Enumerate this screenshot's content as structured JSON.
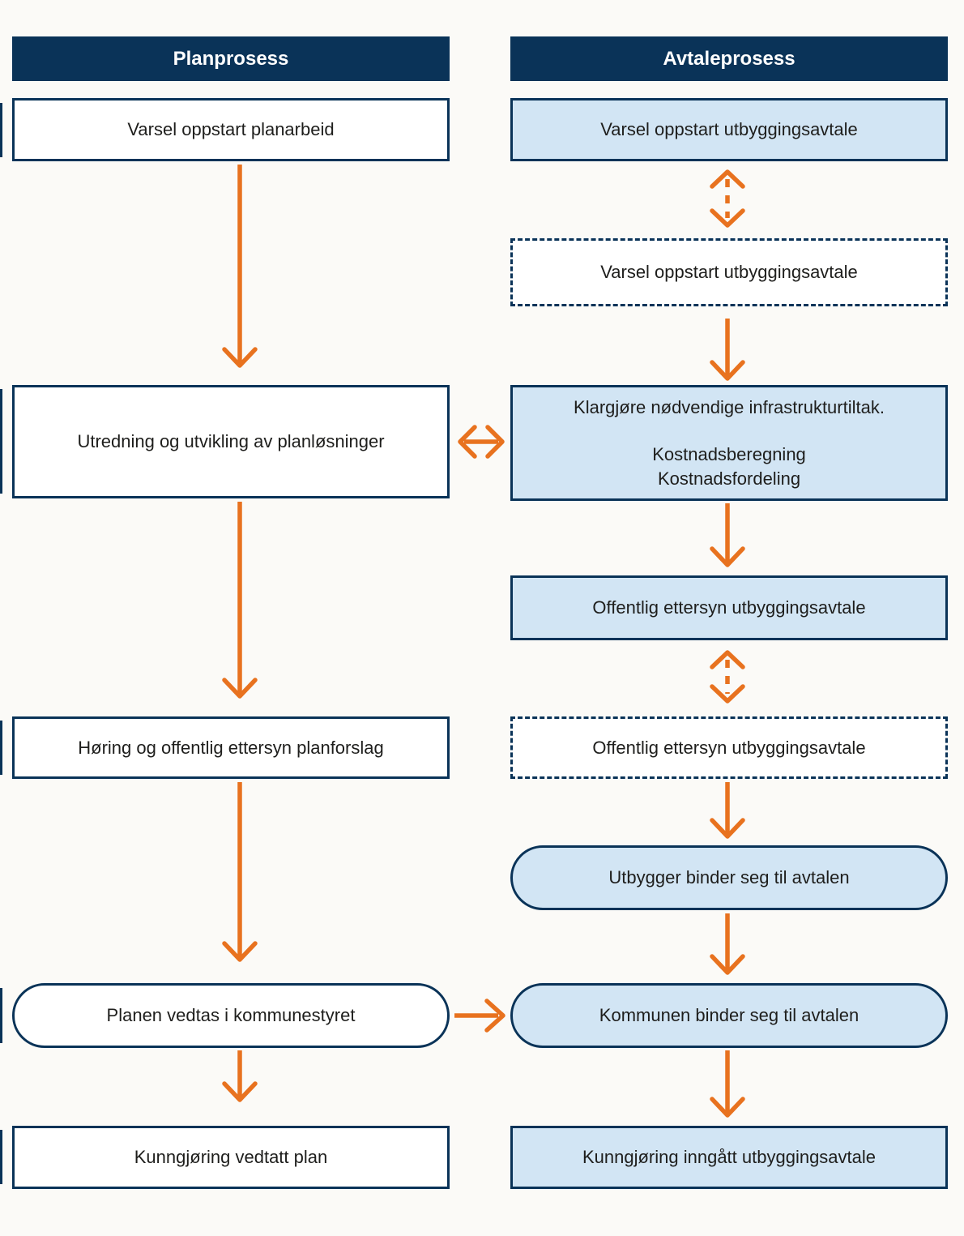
{
  "plan": {
    "header": "Planprosess",
    "box_varsel": "Varsel oppstart planarbeid",
    "box_utredning": "Utredning og utvikling av planløsninger",
    "box_horing": "Høring og offentlig ettersyn planforslag",
    "box_vedtak": "Planen vedtas i kommunestyret",
    "box_kunngjoring": "Kunngjøring vedtatt plan"
  },
  "avtale": {
    "header": "Avtaleprosess",
    "box_varsel": "Varsel oppstart utbyggingsavtale",
    "box_varsel_dashed": "Varsel oppstart utbyggingsavtale",
    "box_klargjore_line1": "Klargjøre nødvendige infrastrukturtiltak.",
    "box_klargjore_line2": "Kostnadsberegning",
    "box_klargjore_line3": "Kostnadsfordeling",
    "box_offentlig": "Offentlig ettersyn utbyggingsavtale",
    "box_offentlig_dashed": "Offentlig ettersyn utbyggingsavtale",
    "box_utbygger": "Utbygger binder seg til avtalen",
    "box_kommunen": "Kommunen binder seg til avtalen",
    "box_kunngjoring": "Kunngjøring inngått utbyggingsavtale"
  },
  "colors": {
    "navy": "#0a3358",
    "light_blue": "#d2e5f4",
    "orange": "#e8721f",
    "ink": "#1e1e1c",
    "header_text": "#ffffff",
    "page_bg": "#fbfaf7"
  }
}
